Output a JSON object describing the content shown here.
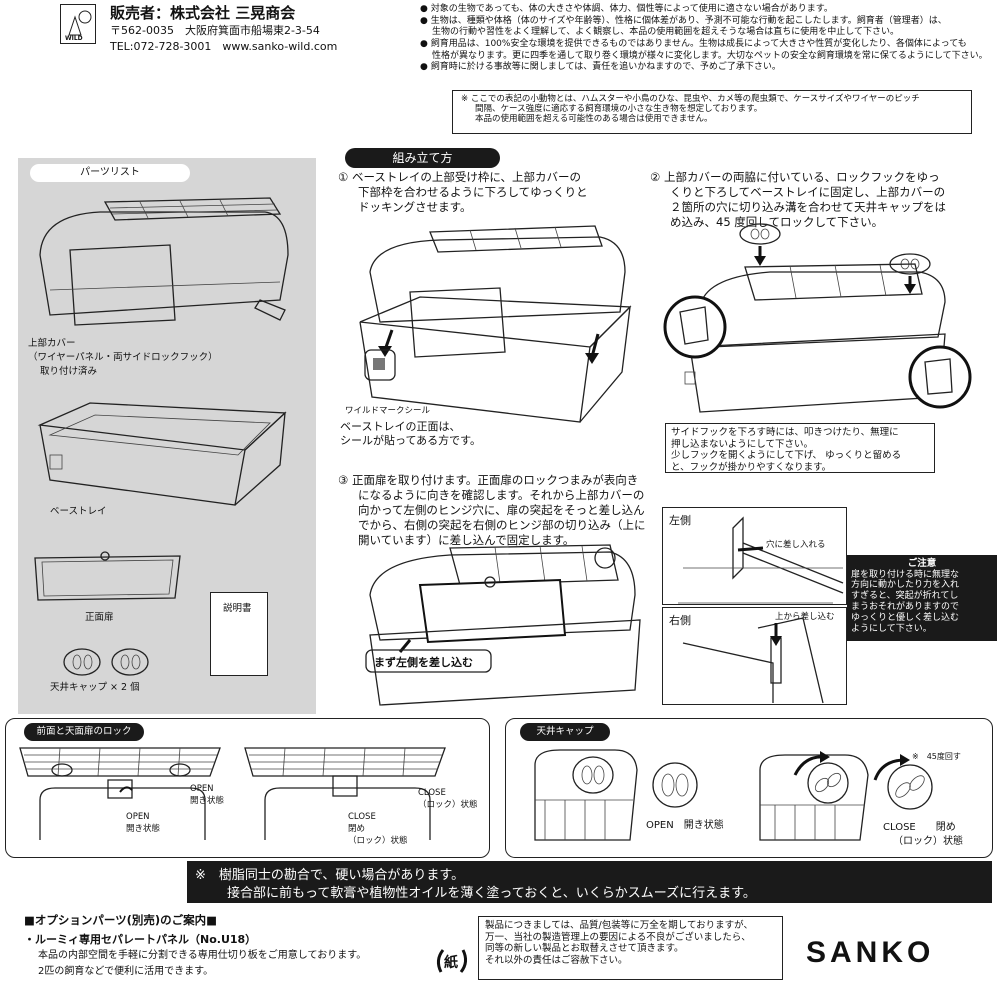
{
  "seller": {
    "name": "販売者：株式会社 三晃商会",
    "address": "〒562-0035　大阪府箕面市船場東2-3-54",
    "contact": "TEL:072-728-3001　www.sanko-wild.com",
    "logo_text": "WILD"
  },
  "notices": [
    "対象の生物であっても、体の大きさや体調、体力、個性等によって使用に適さない場合があります。",
    "生物は、種類や体格（体のサイズや年齢等）、性格に個体差があり、予測不可能な行動を起こしたします。飼育者（管理者）は、",
    "生物の行動や習性をよく理解して、よく観察し、本品の使用範囲を超えそうな場合は直ちに使用を中止して下さい。",
    "飼育用品は、100%安全な環境を提供できるものではありません。生物は成長によって大きさや性質が変化したり、各個体によっても",
    "性格が異なります。更に四季を通して取り巻く環境が様々に変化します。大切なペットの安全な飼育環境を常に保てるようにして下さい。",
    "飼育時に於ける事故等に関しましては、責任を追いかねますので、予めご了承下さい。"
  ],
  "scope_note": [
    "※ ここでの表記の小動物とは、ハムスターや小鳥のひな、昆虫や、カメ等の爬虫類で、ケースサイズやワイヤーのピッチ",
    "間隔、ケース強度に適応する飼育環境の小さな生き物を想定しております。",
    "本品の使用範囲を超える可能性のある場合は使用できません。"
  ],
  "parts": {
    "title": "パーツリスト",
    "cover_label": [
      "上部カバー",
      "（ワイヤーパネル・両サイドロックフック）",
      "取り付け済み"
    ],
    "tray_label": "ベーストレイ",
    "door_label": "正面扉",
    "manual_label": "説明書",
    "caps_label": "天井キャップ × 2 個"
  },
  "assembly": {
    "title": "組み立て方",
    "step1": [
      "①  ベーストレイの上部受け枠に、上部カバーの",
      "下部枠を合わせるように下ろしてゆっくりと",
      "ドッキングさせます。"
    ],
    "step1_seal": "ワイルドマークシール",
    "step1_note": [
      "ベーストレイの正面は、",
      "シールが貼ってある方です。"
    ],
    "step2": [
      "②  上部カバーの両脇に付いている、ロックフックをゆっ",
      "くりと下ろしてベーストレイに固定し、上部カバーの",
      "２箇所の穴に切り込み溝を合わせて天井キャップをは",
      "め込み、45 度回してロックして下さい。"
    ],
    "step2_note": [
      "サイドフックを下ろす時には、叩きつけたり、無理に",
      "押し込まないようにして下さい。",
      "少しフックを開くようにして下げ、 ゆっくりと留める",
      "と、フックが掛かりやすくなります。"
    ],
    "step3": [
      "③  正面扉を取り付けます。正面扉のロックつまみが表向き",
      "になるように向きを確認します。それから上部カバーの",
      "向かって左側のヒンジ穴に、扉の突起をそっと差し込ん",
      "でから、右側の突起を右側のヒンジ部の切り込み（上に",
      "開いています）に差し込んで固定します。"
    ],
    "step3_callout": "まず左側を差し込む",
    "left_label": "左側",
    "left_sub": "穴に差し入れる",
    "right_label": "右側",
    "right_sub": "上から差し込む",
    "caution_title": "ご注意",
    "caution": [
      "扉を取り付ける時に無理な",
      "方向に動かしたり力を入れ",
      "すぎると、突起が折れてし",
      "まうおそれがありますので",
      "ゆっくりと優しく差し込む",
      "ようにして下さい。"
    ]
  },
  "lock_section": {
    "title": "前面と天面扉のロック",
    "open": [
      "OPEN",
      "開き状態"
    ],
    "close": [
      "CLOSE",
      "閉め",
      "（ロック）状態"
    ]
  },
  "cap_section": {
    "title": "天井キャップ",
    "open": "OPEN　開き状態",
    "close": [
      "CLOSE　　閉め",
      "（ロック）状態"
    ],
    "rotate": "※　45度回す"
  },
  "banner": [
    "※　樹脂同士の勘合で、硬い場合があります。",
    "接合部に前もって軟膏や植物性オイルを薄く塗っておくと、いくらかスムーズに行えます。"
  ],
  "options": {
    "title": "■オプションパーツ(別売)のご案内■",
    "item": "・ルーミィ専用セパレートパネル（No.U18）",
    "desc": [
      "本品の内部空間を手軽に分割できる専用仕切り板をご用意しております。",
      "2匹の飼育などで便利に活用できます。"
    ]
  },
  "quality": [
    "製品につきましては、品質/包装等に万全を期しておりますが、",
    "万一、当社の製造管理上の要因による不良がございましたら、",
    "同等の新しい製品とお取替えさせて頂きます。",
    "それ以外の責任はご容赦下さい。"
  ],
  "recycle_mark": "紙",
  "brand": "SANKO"
}
